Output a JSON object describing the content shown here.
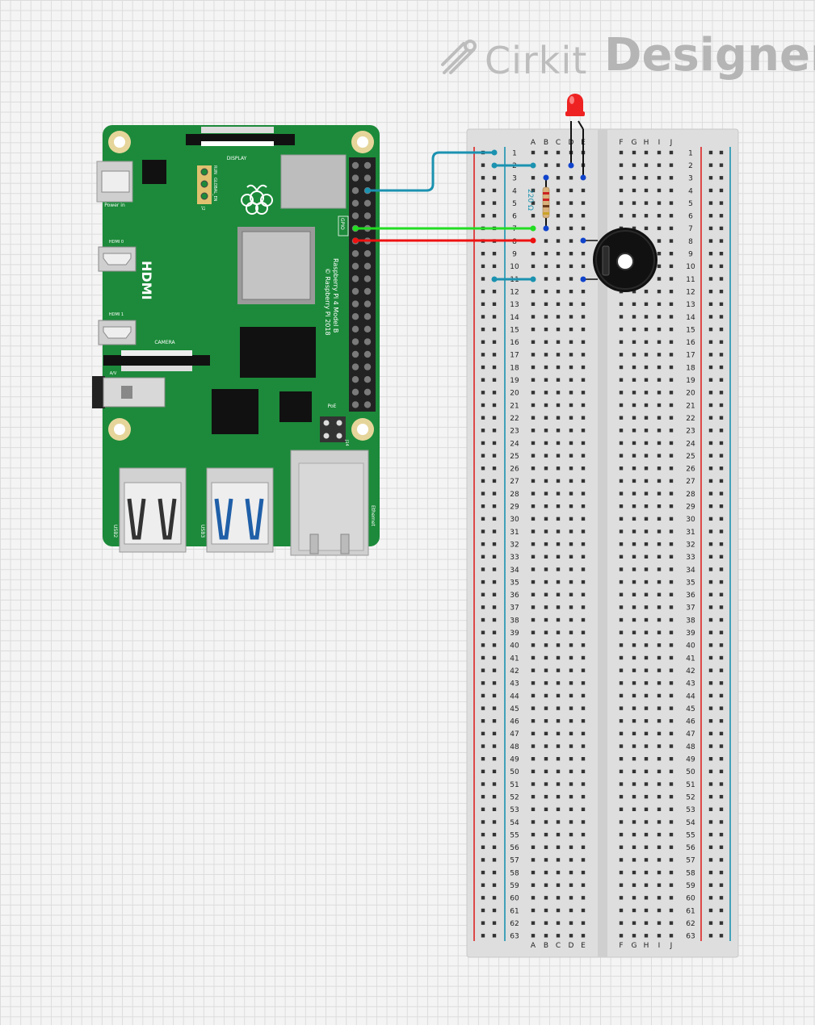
{
  "logo": {
    "cirkit": "Cirkit",
    "designer": "Designer",
    "icon": "pencil-icon"
  },
  "raspberry_pi": {
    "display": "DISPLAY",
    "power_in": "Power in",
    "hdmi0": "HDMI 0",
    "hdmi1": "HDMI 1",
    "hdmi_big": "HDMI",
    "camera": "CAMERA",
    "av": "A/V",
    "model_line1": "Raspberry Pi 4 Model B",
    "model_line2": "© Raspberry Pi 2018",
    "gpio": "GPIO",
    "poe": "PoE",
    "j14": "J14",
    "usb2": "USB2",
    "usb3": "USB3",
    "ethernet": "Ethernet",
    "run": "RUN",
    "global_en": "GLOBAL_EN",
    "j2": "J2",
    "board_color": "#1c8a3a"
  },
  "breadboard": {
    "left_cols": [
      "A",
      "B",
      "C",
      "D",
      "E"
    ],
    "right_cols": [
      "F",
      "G",
      "H",
      "I",
      "J"
    ],
    "row_count": 63
  },
  "resistor": {
    "label": "220 Ω"
  },
  "wires": {
    "signal_color": "#1b92b0",
    "green_color": "#22dd22",
    "red_color": "#ee1111"
  },
  "components": {
    "led_color": "#ee2222",
    "buzzer_color": "#111111"
  }
}
